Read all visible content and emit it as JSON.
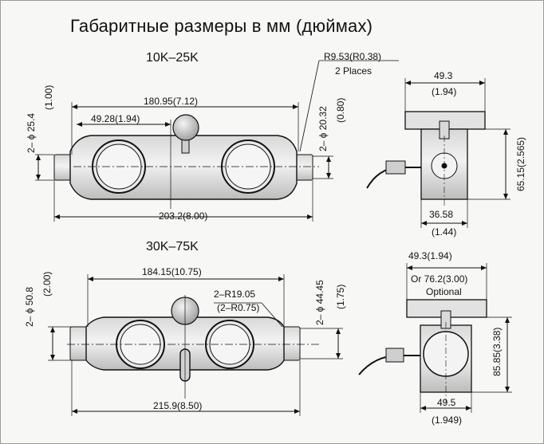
{
  "title": "Габаритные размеры в мм (дюймах)",
  "top_section": {
    "model": "10K–25K",
    "radius": "R9.53(R0.38)",
    "radius_note": "2 Places",
    "overall_shoulders": "180.95(7.12)",
    "half_span": "49.28(1.94)",
    "total_length": "203.2(8.00)",
    "end_dia": "2– ϕ 25.4",
    "end_dia_in": "(1.00)",
    "hole_dia": "2– ϕ 20.32",
    "hole_dia_in": "(0.80)",
    "side_width": "49.3",
    "side_width_in": "(1.94)",
    "side_height": "65.15(2.565)",
    "side_base": "36.58",
    "side_base_in": "(1.44)"
  },
  "bottom_section": {
    "model": "30K–75K",
    "overall_shoulders": "184.15(10.75)",
    "radius": "2–R19.05",
    "radius_in": "(2–R0.75)",
    "total_length": "215.9(8.50)",
    "end_dia": "2– ϕ 50.8",
    "end_dia_in": "(2.00)",
    "hole_dia": "2– ϕ 44.45",
    "hole_dia_in": "(1.75)",
    "side_width": "49.3(1.94)",
    "side_width_alt": "Or 76.2(3.00)",
    "side_width_alt_note": "Optional",
    "side_height": "85.85(3.38)",
    "side_base": "49.5",
    "side_base_in": "(1.949)"
  }
}
